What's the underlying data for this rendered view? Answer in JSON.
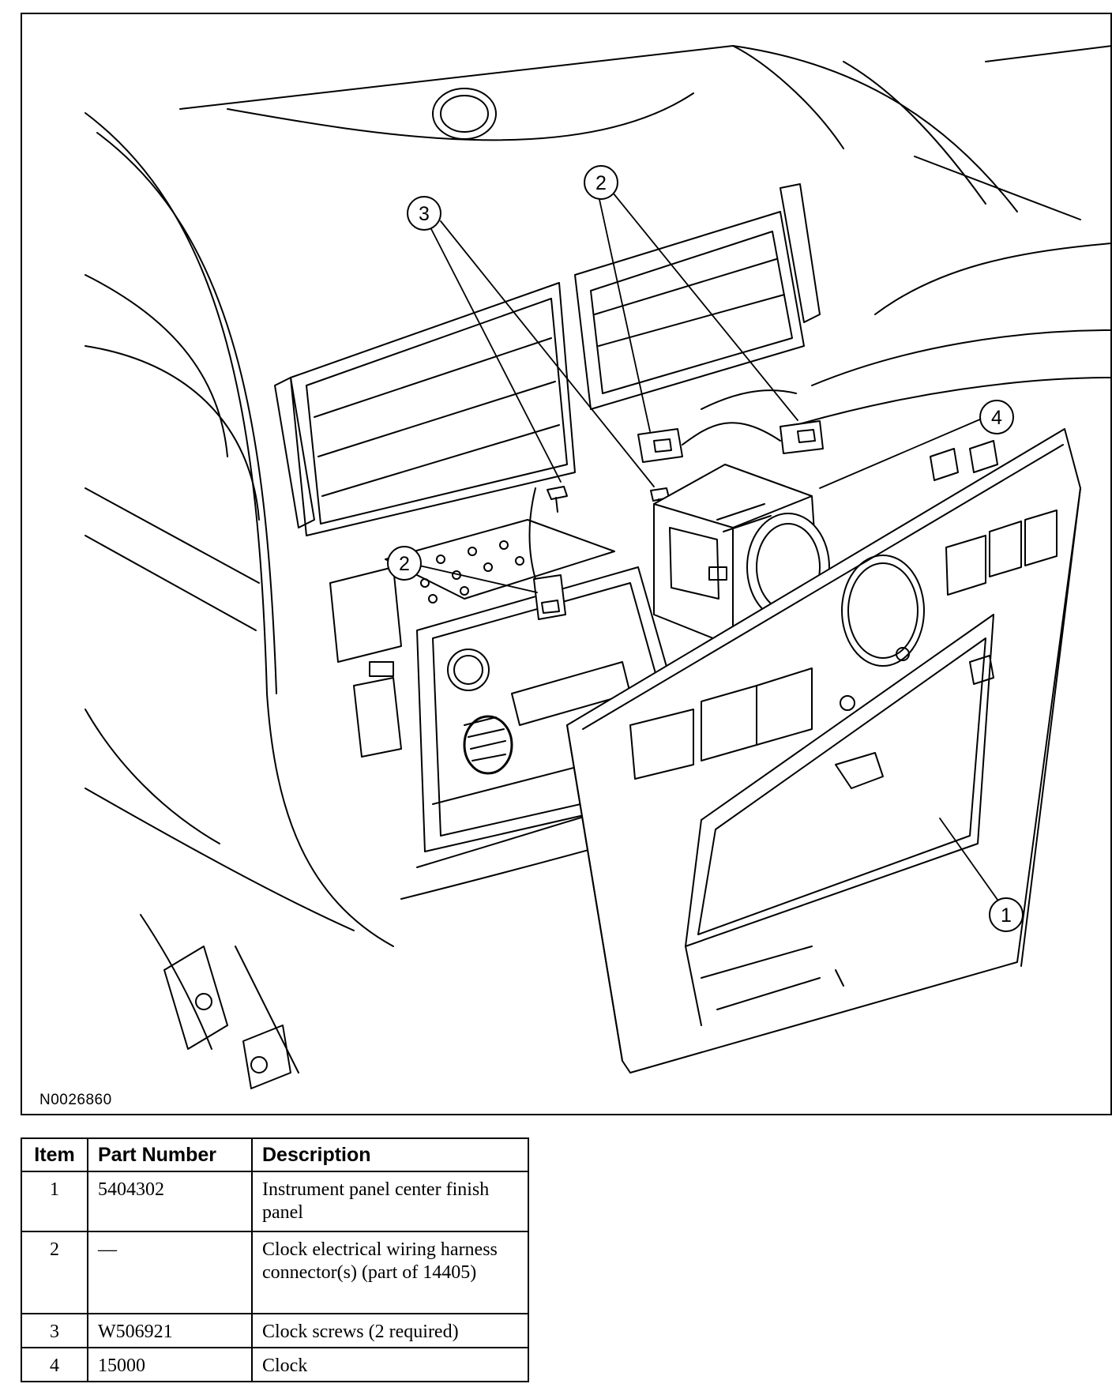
{
  "figure": {
    "id": "N0026860",
    "callouts": [
      "1",
      "2",
      "2",
      "3",
      "4"
    ]
  },
  "legend": {
    "headers": {
      "item": "Item",
      "part_number": "Part Number",
      "description": "Description"
    },
    "rows": [
      {
        "item": "1",
        "part_number": "5404302",
        "description": "Instrument panel center finish panel"
      },
      {
        "item": "2",
        "part_number": "—",
        "description": "Clock electrical wiring harness connector(s) (part of 14405)"
      },
      {
        "item": "3",
        "part_number": "W506921",
        "description": "Clock screws (2 required)"
      },
      {
        "item": "4",
        "part_number": "15000",
        "description": "Clock"
      }
    ]
  }
}
